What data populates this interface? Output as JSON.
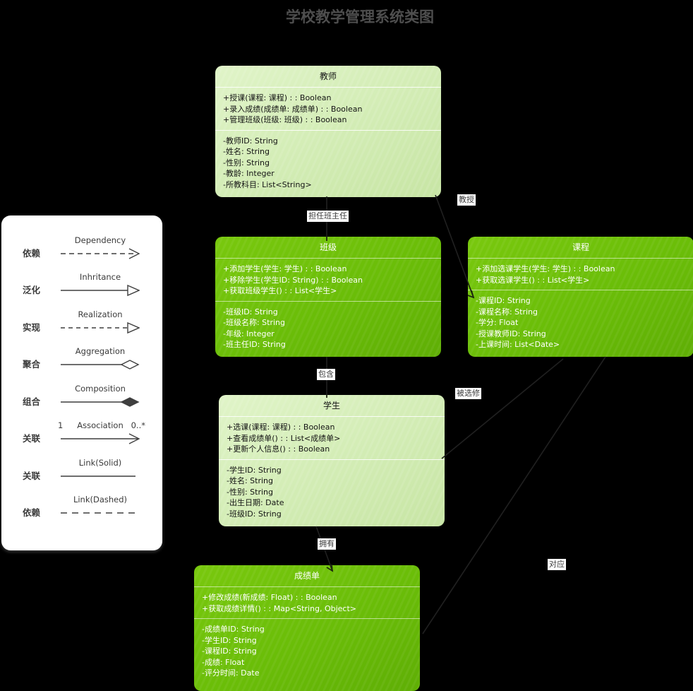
{
  "title": "学校教学管理系统类图",
  "colors": {
    "background": "#000000",
    "green_box": "#6abd08",
    "light_box": "#d2ecb4",
    "box_text_green": "#ffffff",
    "box_text_light": "#141414",
    "label_bg": "#ffffff",
    "label_text": "#3a3a3a",
    "legend_bg": "#ffffff",
    "legend_text": "#3a3a3a",
    "title_text": "#4e4e4e"
  },
  "classes": [
    {
      "name": "教师",
      "methods": [
        "+授课(课程: 课程) : : Boolean",
        "+录入成绩(成绩单: 成绩单) : : Boolean",
        "+管理班级(班级: 班级) : : Boolean"
      ],
      "attributes": [
        "-教师ID: String",
        "-姓名: String",
        "-性别: String",
        "-教龄: Integer",
        "-所教科目: List<String>"
      ]
    },
    {
      "name": "班级",
      "methods": [
        "+添加学生(学生: 学生) : : Boolean",
        "+移除学生(学生ID: String) : : Boolean",
        "+获取班级学生() : : List<学生>"
      ],
      "attributes": [
        "-班级ID: String",
        "-班级名称: String",
        "-年级: Integer",
        "-班主任ID: String"
      ]
    },
    {
      "name": "课程",
      "methods": [
        "+添加选课学生(学生: 学生) : : Boolean",
        "+获取选课学生() : : List<学生>"
      ],
      "attributes": [
        "-课程ID: String",
        "-课程名称: String",
        "-学分: Float",
        "-授课教师ID: String",
        "-上课时间: List<Date>"
      ]
    },
    {
      "name": "学生",
      "methods": [
        "+选课(课程: 课程) : : Boolean",
        "+查看成绩单() : : List<成绩单>",
        "+更新个人信息() : : Boolean"
      ],
      "attributes": [
        "-学生ID: String",
        "-姓名: String",
        "-性别: String",
        "-出生日期: Date",
        "-班级ID: String"
      ]
    },
    {
      "name": "成绩单",
      "methods": [
        "+修改成绩(新成绩: Float) : : Boolean",
        "+获取成绩详情() : : Map<String, Object>"
      ],
      "attributes": [
        "-成绩单ID: String",
        "-学生ID: String",
        "-课程ID: String",
        "-成绩: Float",
        "-评分时间: Date"
      ]
    }
  ],
  "relation_labels": [
    {
      "text": "教授"
    },
    {
      "text": "担任班主任"
    },
    {
      "text": "包含"
    },
    {
      "text": "被选修"
    },
    {
      "text": "拥有"
    },
    {
      "text": "对应"
    }
  ],
  "legend": {
    "rows": [
      {
        "cn": "依赖",
        "en": "Dependency"
      },
      {
        "cn": "泛化",
        "en": "Inhritance"
      },
      {
        "cn": "实现",
        "en": "Realization"
      },
      {
        "cn": "聚合",
        "en": "Aggregation"
      },
      {
        "cn": "组合",
        "en": "Composition"
      },
      {
        "cn": "关联",
        "en": "Association",
        "left_mult": "1",
        "right_mult": "0..*"
      },
      {
        "cn": "关联",
        "en": "Link(Solid)"
      },
      {
        "cn": "依赖",
        "en": "Link(Dashed)"
      }
    ]
  }
}
